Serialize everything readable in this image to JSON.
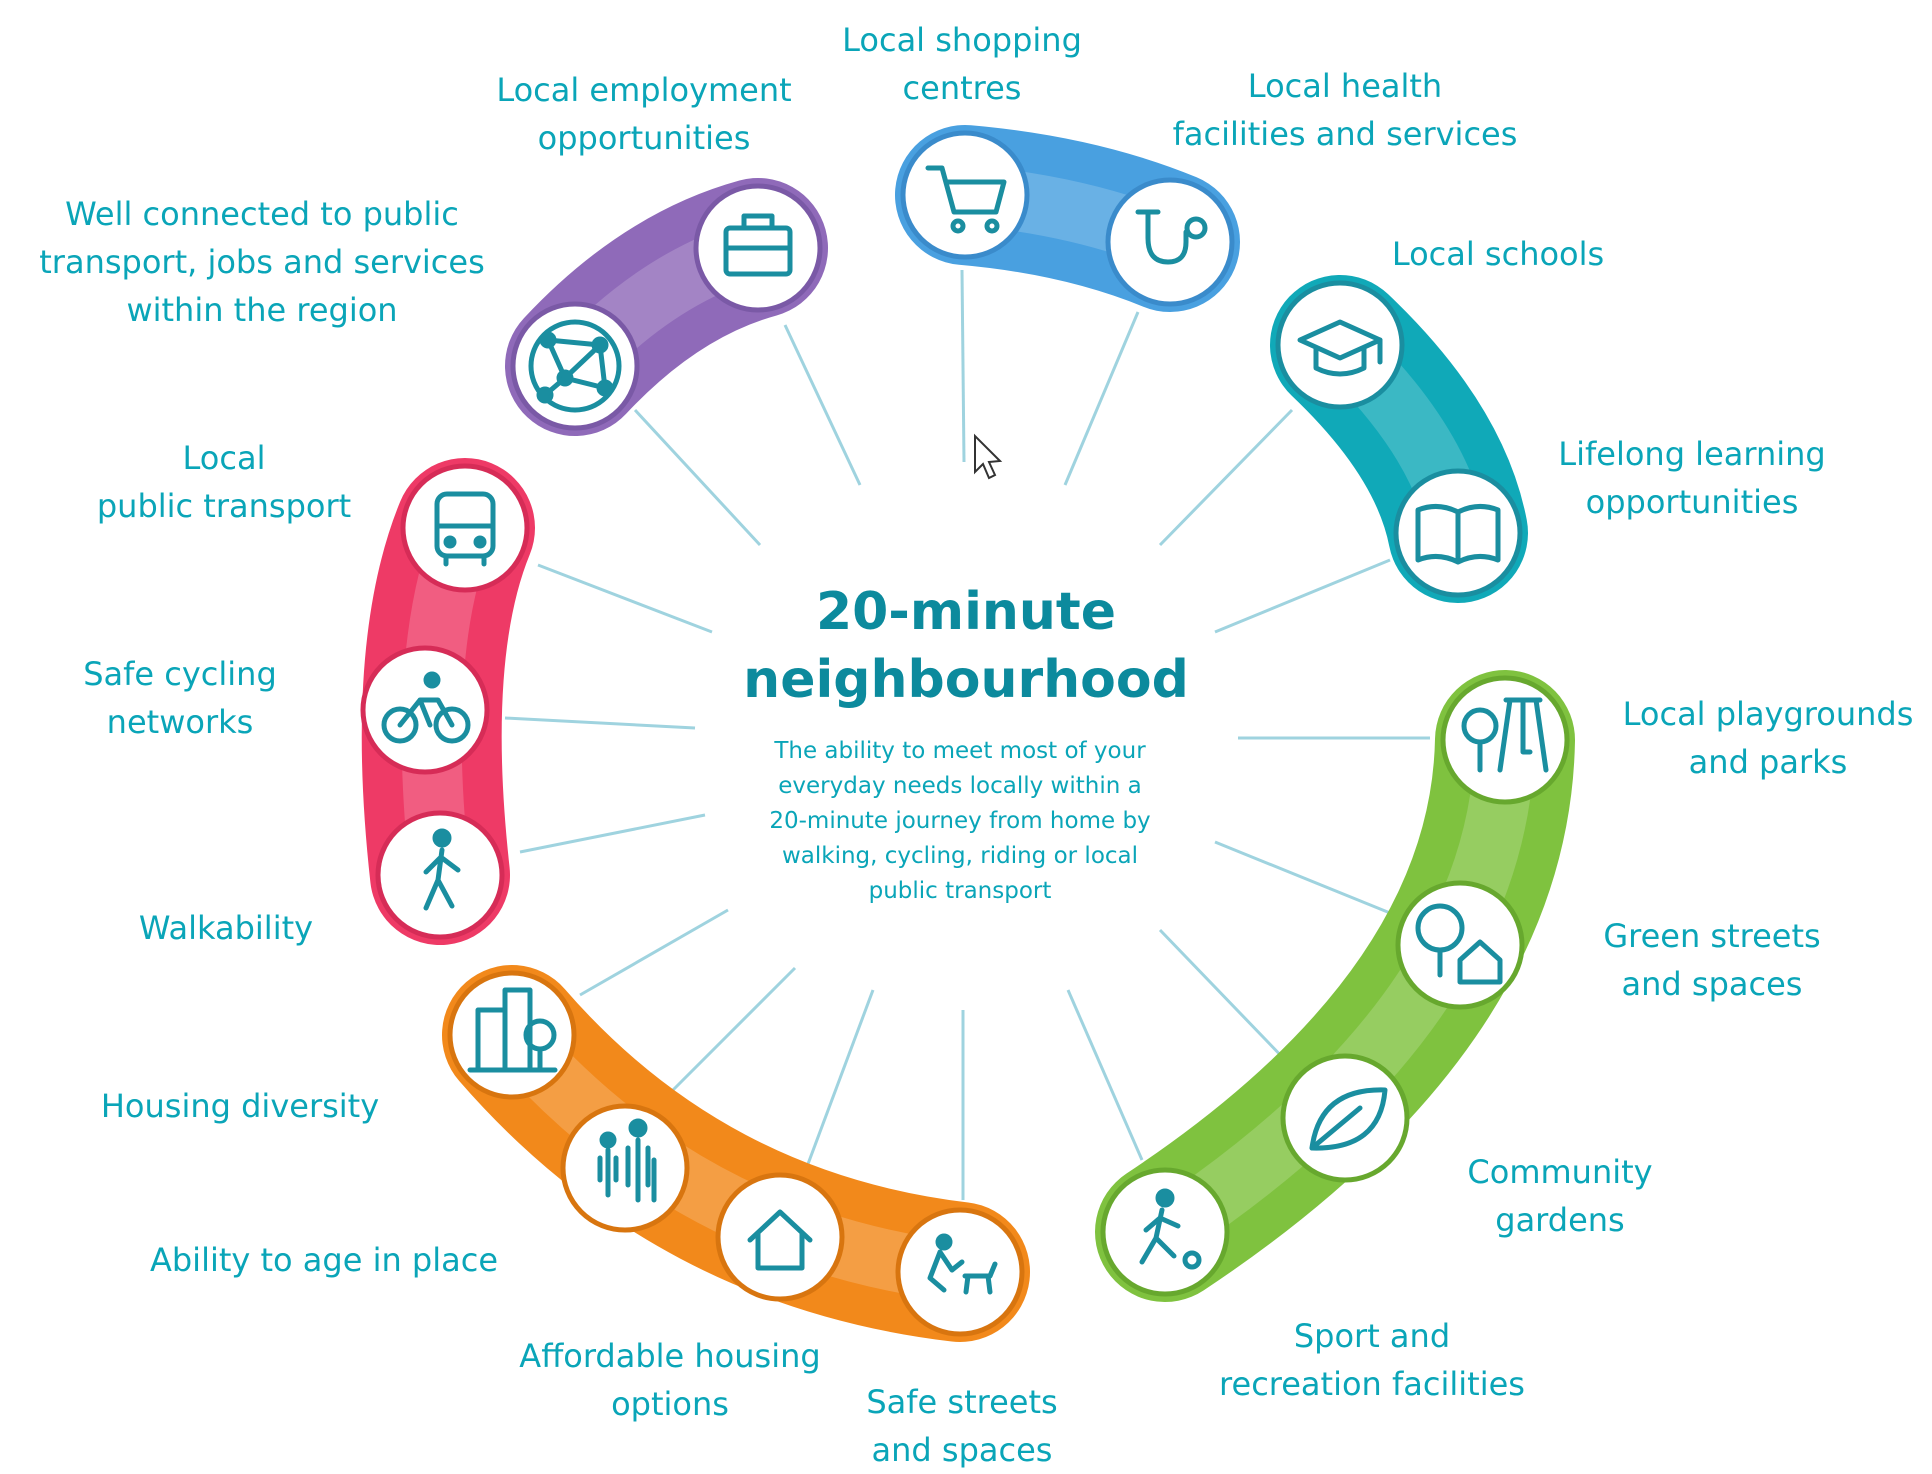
{
  "colors": {
    "teal_text": "#0aa5b8",
    "title": "#0c8a9d",
    "connector": "#9fd3df",
    "purple": "#8f6ab9",
    "blue": "#49a0e0",
    "teal": "#10a9b8",
    "green": "#7fc23f",
    "orange": "#f2891b",
    "pink": "#ee3a66"
  },
  "center": {
    "title_lines": [
      "20-minute",
      "neighbourhood"
    ],
    "desc_lines": [
      "The ability to meet most of your",
      "everyday needs locally within a",
      "20-minute journey from home by",
      "walking, cycling, riding or local",
      "public transport"
    ]
  },
  "labels": {
    "employment": [
      "Local employment",
      "opportunities"
    ],
    "shopping": [
      "Local shopping",
      "centres"
    ],
    "health": [
      "Local health",
      "facilities and services"
    ],
    "connected": [
      "Well connected  to public",
      "transport, jobs and services",
      "within the region"
    ],
    "schools": [
      "Local schools"
    ],
    "lifelong": [
      "Lifelong learning",
      "opportunities"
    ],
    "public_transport": [
      "Local",
      "public transport"
    ],
    "cycling": [
      "Safe cycling",
      "networks"
    ],
    "walkability": [
      "Walkability"
    ],
    "playgrounds": [
      "Local playgrounds",
      "and parks"
    ],
    "green_streets": [
      "Green streets",
      "and spaces"
    ],
    "community_gardens": [
      "Community",
      "gardens"
    ],
    "sport": [
      "Sport and",
      "recreation facilities"
    ],
    "housing_diversity": [
      "Housing diversity"
    ],
    "age_in_place": [
      "Ability to age in place"
    ],
    "affordable_housing": [
      "Affordable housing",
      "options"
    ],
    "safe_streets": [
      "Safe streets",
      "and spaces"
    ]
  },
  "icons": {
    "network": "network-globe-icon",
    "briefcase": "briefcase-icon",
    "cart": "shopping-cart-icon",
    "stethoscope": "stethoscope-icon",
    "cap": "graduation-cap-icon",
    "book": "open-book-icon",
    "bus": "bus-icon",
    "bike": "cyclist-icon",
    "walk": "pedestrian-icon",
    "playground": "playground-swing-icon",
    "trees": "trees-house-icon",
    "leaf": "leaf-icon",
    "sport": "soccer-player-icon",
    "buildings": "buildings-icon",
    "family": "family-icon",
    "house": "house-icon",
    "dog": "person-with-dog-icon",
    "cursor": "mouse-cursor-icon"
  }
}
